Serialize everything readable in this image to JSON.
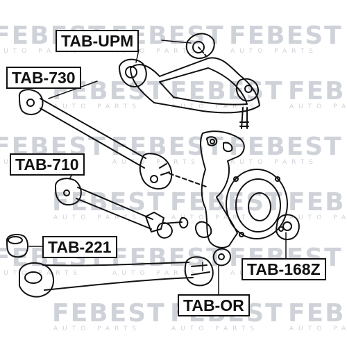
{
  "watermark": {
    "brand": "FEBEST",
    "tagline": "AUTO PARTS",
    "color": "#cfd3d9"
  },
  "callouts": [
    {
      "id": "upm",
      "text": "TAB-UPM"
    },
    {
      "id": "730",
      "text": "TAB-730"
    },
    {
      "id": "710",
      "text": "TAB-710"
    },
    {
      "id": "221",
      "text": "TAB-221"
    },
    {
      "id": "168z",
      "text": "TAB-168Z"
    },
    {
      "id": "or",
      "text": "TAB-OR"
    }
  ]
}
